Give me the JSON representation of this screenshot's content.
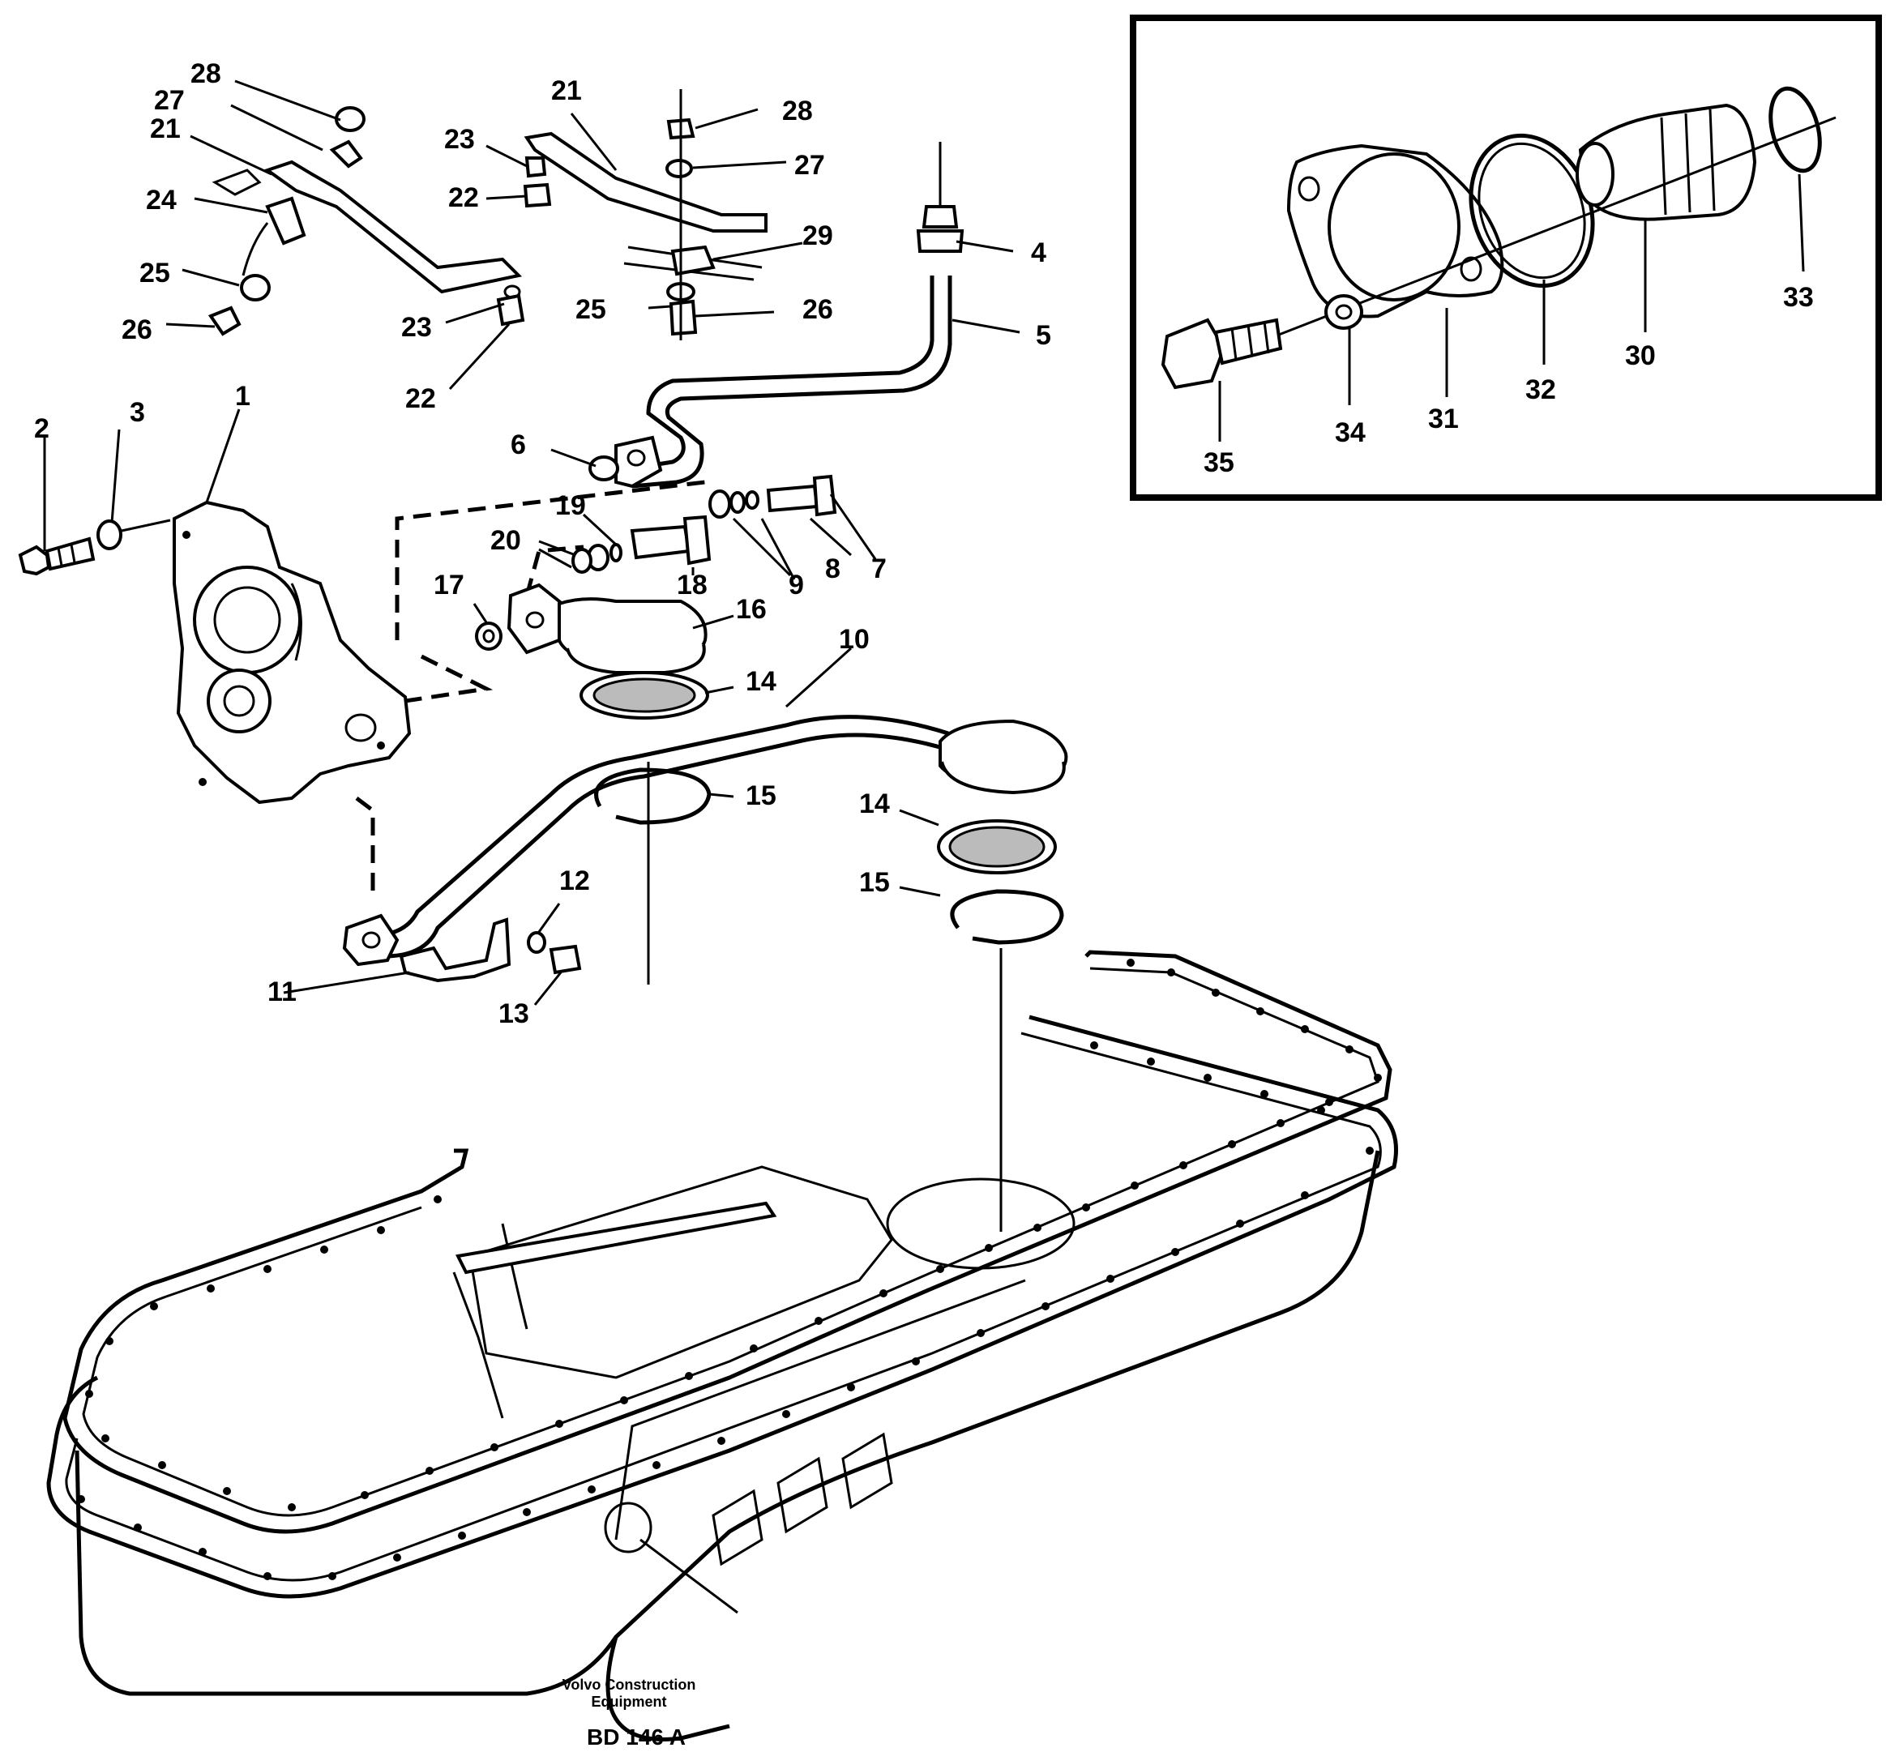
{
  "diagram": {
    "callouts": [
      "1",
      "2",
      "3",
      "4",
      "5",
      "6",
      "7",
      "8",
      "9",
      "10",
      "11",
      "12",
      "13",
      "14",
      "15",
      "16",
      "17",
      "18",
      "19",
      "20",
      "21",
      "22",
      "23",
      "24",
      "25",
      "26",
      "27",
      "28",
      "29",
      "30",
      "31",
      "32",
      "33",
      "34",
      "35"
    ],
    "caption": {
      "company_line1": "Volvo Construction",
      "company_line2": "Equipment",
      "drawing_code": "BD 146 A"
    }
  }
}
